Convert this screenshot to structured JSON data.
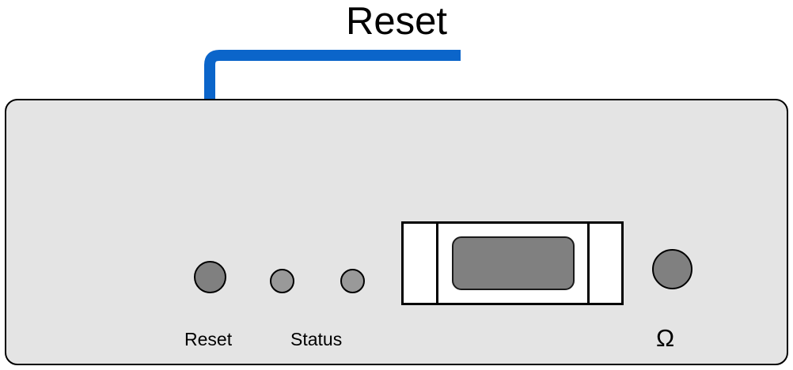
{
  "callout": {
    "title": "Reset",
    "leader_color": "#0b65ca",
    "target": "reset-button"
  },
  "device": {
    "panel_color": "#e4e4e4",
    "border_color": "#000000",
    "controls": [
      {
        "name": "reset-button",
        "label": "Reset",
        "shape": "circle",
        "color": "#808080"
      },
      {
        "name": "status-led-1",
        "label": "Status",
        "shape": "circle",
        "color": "#999999"
      },
      {
        "name": "status-led-2",
        "label": "",
        "shape": "circle",
        "color": "#999999"
      },
      {
        "name": "ethernet-port",
        "label": "",
        "shape": "rectangle",
        "color": "#ffffff"
      },
      {
        "name": "omega-button",
        "label": "Ω",
        "shape": "circle",
        "color": "#808080"
      }
    ],
    "labels": {
      "reset": "Reset",
      "status": "Status",
      "omega": "Ω"
    }
  }
}
